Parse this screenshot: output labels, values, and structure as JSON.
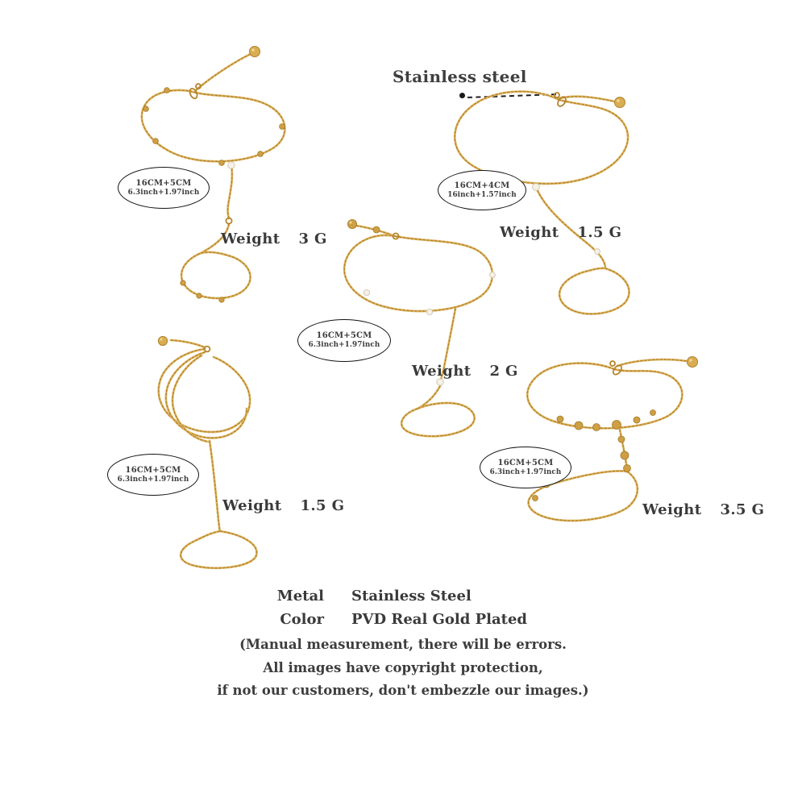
{
  "heading": {
    "material": "Stainless steel"
  },
  "products": [
    {
      "size_cm": "16CM+5CM",
      "size_inch": "6.3inch+1.97inch",
      "weight_label": "Weight",
      "weight_value": "3 G"
    },
    {
      "size_cm": "16CM+4CM",
      "size_inch": "16inch+1.57inch",
      "weight_label": "Weight",
      "weight_value": "1.5 G"
    },
    {
      "size_cm": "16CM+5CM",
      "size_inch": "6.3inch+1.97inch",
      "weight_label": "Weight",
      "weight_value": "2 G"
    },
    {
      "size_cm": "16CM+5CM",
      "size_inch": "6.3inch+1.97inch",
      "weight_label": "Weight",
      "weight_value": "1.5 G"
    },
    {
      "size_cm": "16CM+5CM",
      "size_inch": "6.3inch+1.97inch",
      "weight_label": "Weight",
      "weight_value": "3.5 G"
    }
  ],
  "specs": {
    "metal_label": "Metal",
    "metal_value": "Stainless Steel",
    "color_label": "Color",
    "color_value": "PVD Real Gold Plated"
  },
  "disclaimer": {
    "line1": "(Manual measurement, there will be errors.",
    "line2": "All images have copyright protection,",
    "line3": "if not our customers, don't embezzle our images.)"
  },
  "colors": {
    "gold": "#CF9F45",
    "gold_light": "#E3BD6E",
    "pearl": "#F6F1E6",
    "text": "#3A3A3A"
  }
}
